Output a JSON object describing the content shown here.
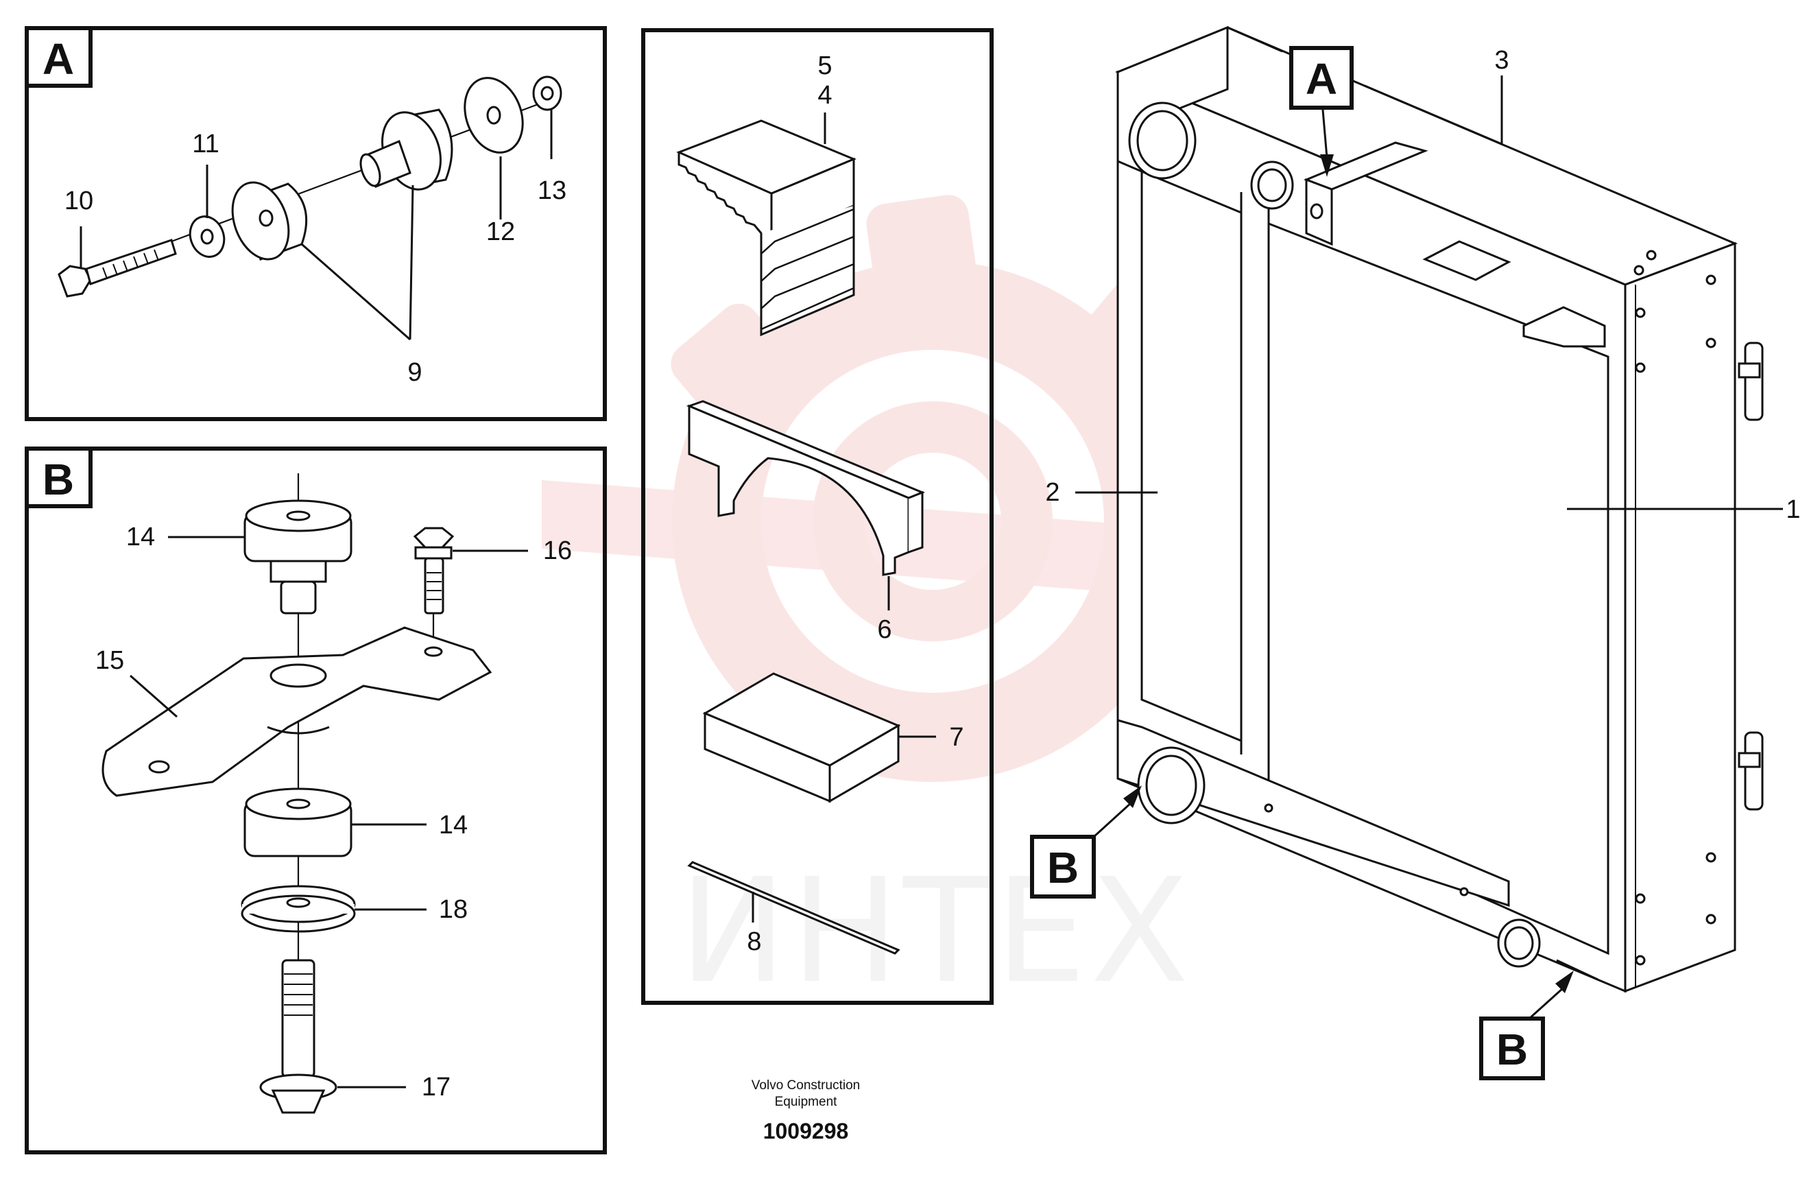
{
  "image": {
    "caption_line1": "Volvo Construction",
    "caption_line2": "Equipment",
    "document_number": "1009298",
    "watermark_text": "ИНТЕХ",
    "watermark_color": "#f6cfcf"
  },
  "detail_a": {
    "box_label": "A",
    "callouts": {
      "c10": "10",
      "c11": "11",
      "c9": "9",
      "c12": "12",
      "c13": "13"
    }
  },
  "detail_b": {
    "box_label": "B",
    "callouts": {
      "c14_top": "14",
      "c16": "16",
      "c15": "15",
      "c14_bottom": "14",
      "c18": "18",
      "c17": "17"
    }
  },
  "kit_panel": {
    "callouts": {
      "c5": "5",
      "c4": "4",
      "c6": "6",
      "c7": "7",
      "c8": "8"
    }
  },
  "main_view": {
    "callouts": {
      "c3": "3",
      "c2": "2",
      "c1": "1"
    },
    "view_markers": {
      "marker_a": "A",
      "marker_b_left": "B",
      "marker_b_right": "B"
    }
  }
}
